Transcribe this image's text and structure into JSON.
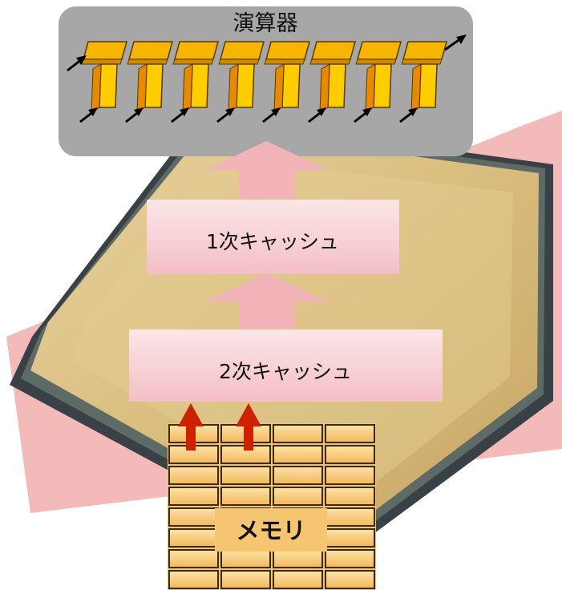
{
  "diagram": {
    "alu_label": "演算器",
    "l1_label": "1次キャッシュ",
    "l2_label": "2次キャッシュ",
    "memory_label": "メモリ",
    "pipeline_stage_count": 8,
    "memory_grid": {
      "columns": 4,
      "rows": 8
    },
    "memory_arrow_count": 2
  },
  "colors": {
    "accent_band": "#f4b9b9",
    "alu_panel": "#a7a7a7",
    "pipeline_stage": "#f7b400",
    "cache_box": "#f5c8cc",
    "up_arrow": "#f2b4b9",
    "memory_cell": "#f7cf82",
    "memory_arrow": "#cc2200"
  }
}
